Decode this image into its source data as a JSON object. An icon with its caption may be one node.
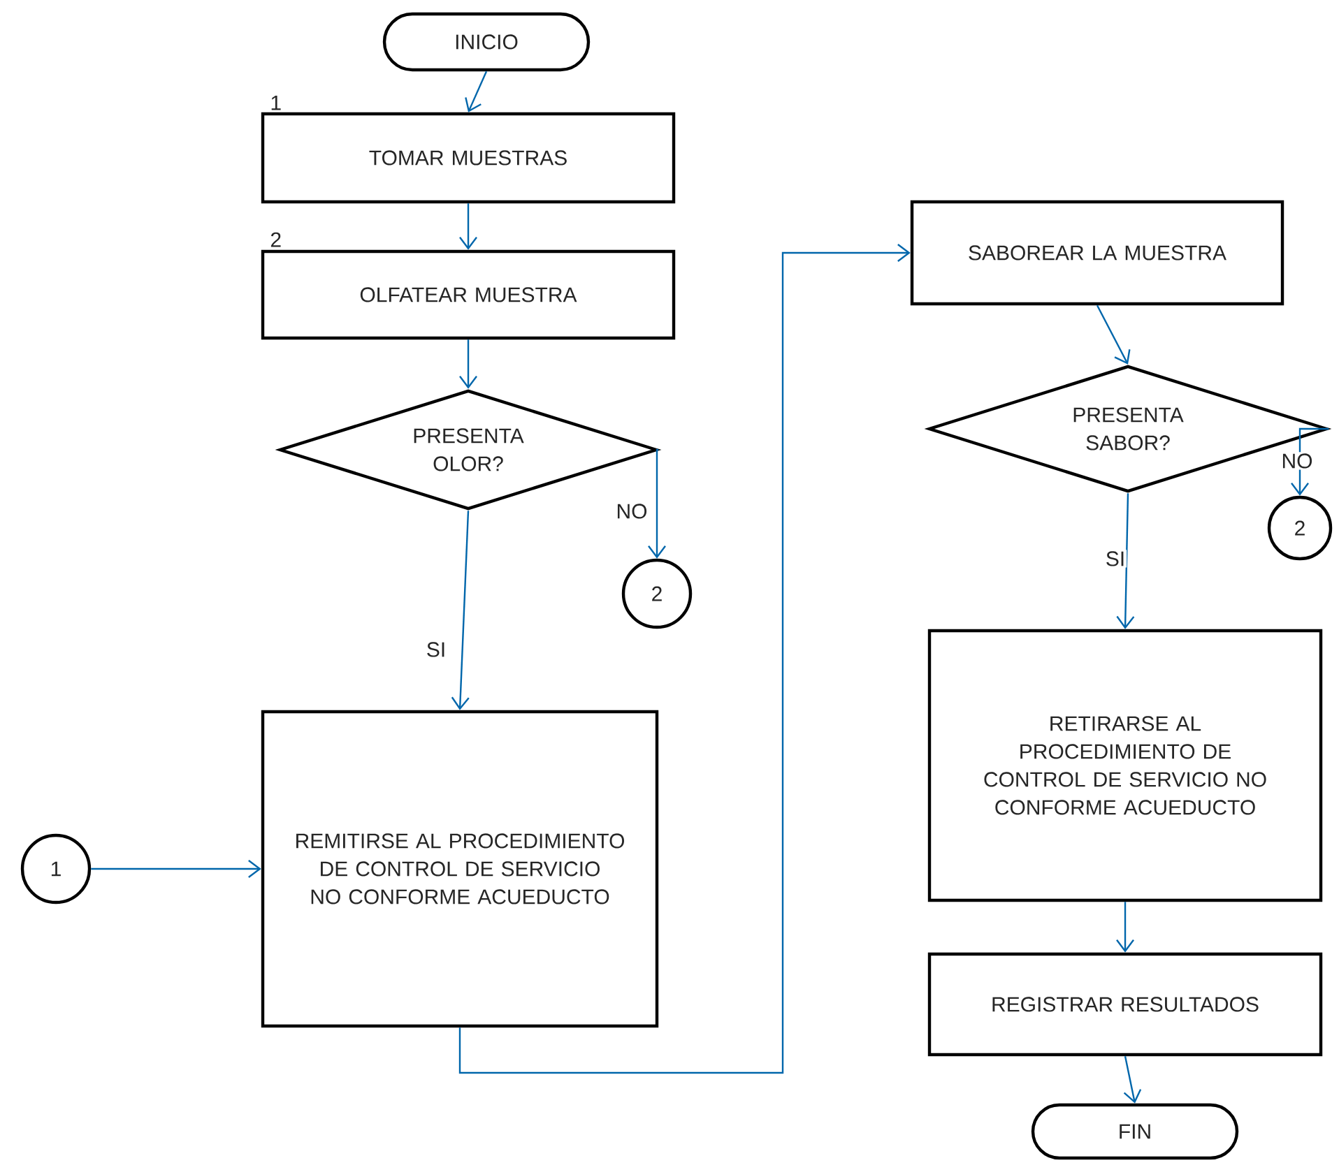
{
  "diagram": {
    "nodes": [
      {
        "text": [
          "INICIO"
        ]
      },
      {
        "text": [
          "TOMAR MUESTRAS"
        ],
        "beside": [
          "1"
        ]
      },
      {
        "text": [
          "OLFATEAR MUESTRA"
        ],
        "beside": [
          "2"
        ]
      },
      {
        "text": [
          "PRESENTA OLOR?"
        ]
      },
      {
        "text": [
          "2"
        ]
      },
      {
        "text": [
          "1"
        ]
      },
      {
        "text": [
          "REMITIRSE AL PROCEDIMIENTO DE CONTROL DE SERVICIO NO CONFORME ACUEDUCTO"
        ]
      },
      {
        "text": [
          "SABOREAR LA MUESTRA"
        ]
      },
      {
        "text": [
          "PRESENTA SABOR?"
        ]
      },
      {
        "text": [
          "2"
        ]
      },
      {
        "text": [
          "RETIRARSE AL PROCEDIMIENTO DE CONTROL DE SERVICIO NO CONFORME ACUEDUCTO"
        ]
      },
      {
        "text": [
          "REGISTRAR RESULTADOS"
        ]
      },
      {
        "text": [
          "FIN"
        ]
      }
    ],
    "edges": [
      {
        "from": 0,
        "to": 1,
        "arrow": "to"
      },
      {
        "from": 1,
        "to": 2,
        "arrow": "to"
      },
      {
        "from": 2,
        "to": 3,
        "arrow": "to"
      },
      {
        "from": 3,
        "to": 4,
        "arrow": "to",
        "label": "NO"
      },
      {
        "from": 3,
        "to": 6,
        "arrow": "to",
        "label": "SI"
      },
      {
        "from": 5,
        "to": 6,
        "arrow": "to"
      },
      {
        "from": 6,
        "to": 7,
        "arrow": "to"
      },
      {
        "from": 7,
        "to": 8,
        "arrow": "to"
      },
      {
        "from": 8,
        "to": 9,
        "arrow": "to",
        "label": "NO"
      },
      {
        "from": 8,
        "to": 10,
        "arrow": "to",
        "label": "SI"
      },
      {
        "from": 10,
        "to": 11,
        "arrow": "to"
      },
      {
        "from": 11,
        "to": 12,
        "arrow": "to"
      }
    ]
  }
}
